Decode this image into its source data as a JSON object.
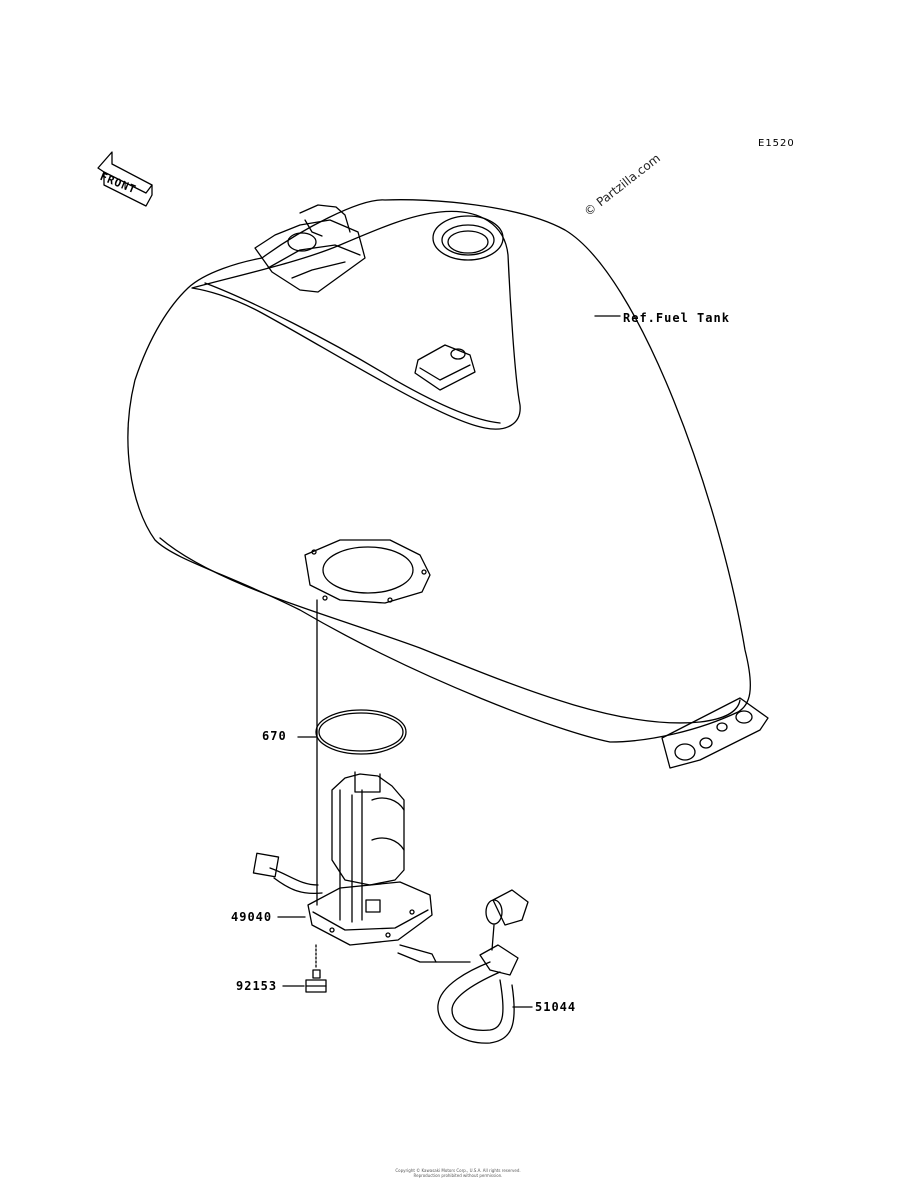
{
  "diagram": {
    "figure_code": "E1520",
    "watermark": "© Partzilla.com",
    "front_label": "FRONT",
    "callouts": {
      "ref_fuel_tank": "Ref.Fuel Tank",
      "gasket": "670",
      "pump_assembly": "49040",
      "bolt": "92153",
      "hose": "51044"
    },
    "footer_lines": [
      "Copyright © Kawasaki Motors Corp., U.S.A. All rights reserved.",
      "Reproduction prohibited without permission."
    ]
  }
}
